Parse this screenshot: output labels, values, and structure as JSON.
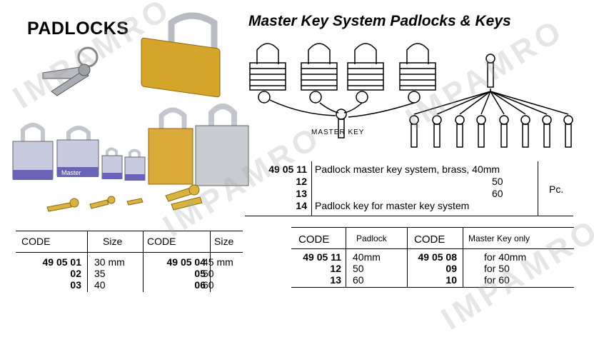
{
  "titles": {
    "left": "PADLOCKS",
    "right": "Master Key System Padlocks & Keys"
  },
  "diagram": {
    "master_key_label": "MASTER KEY"
  },
  "product_photo": {
    "brand_print": "Master"
  },
  "spec_table": {
    "rows": [
      {
        "code": "49 05 11",
        "description": "Padlock master key system, brass, 40mm"
      },
      {
        "code": "12",
        "size": "50"
      },
      {
        "code": "13",
        "size": "60"
      },
      {
        "code": "14",
        "description": "Padlock key for master key system"
      }
    ],
    "unit": "Pc."
  },
  "padlocks_table": {
    "headers": [
      "CODE",
      "Size",
      "CODE",
      "Size"
    ],
    "rows": [
      {
        "code1": "49 05 01",
        "size1": "30 mm",
        "code2": "49 05 04",
        "size2": "45 mm"
      },
      {
        "code1": "02",
        "size1": "35",
        "code2": "05",
        "size2": "50"
      },
      {
        "code1": "03",
        "size1": "40",
        "code2": "06",
        "size2": "60"
      }
    ]
  },
  "master_table": {
    "headers": [
      "CODE",
      "Padlock",
      "CODE",
      "Master Key only"
    ],
    "rows": [
      {
        "code1": "49 05 11",
        "padlock": "40mm",
        "code2": "49 05 08",
        "key": "for 40mm"
      },
      {
        "code1": "12",
        "padlock": "50",
        "code2": "09",
        "key": "for 50"
      },
      {
        "code1": "13",
        "padlock": "60",
        "code2": "10",
        "key": "for 60"
      }
    ]
  },
  "watermark": "IMPAMRO",
  "colors": {
    "brass": "#d4a52a",
    "silver": "#bfc3c8",
    "purple": "#6a63b8",
    "ink": "#000000"
  }
}
